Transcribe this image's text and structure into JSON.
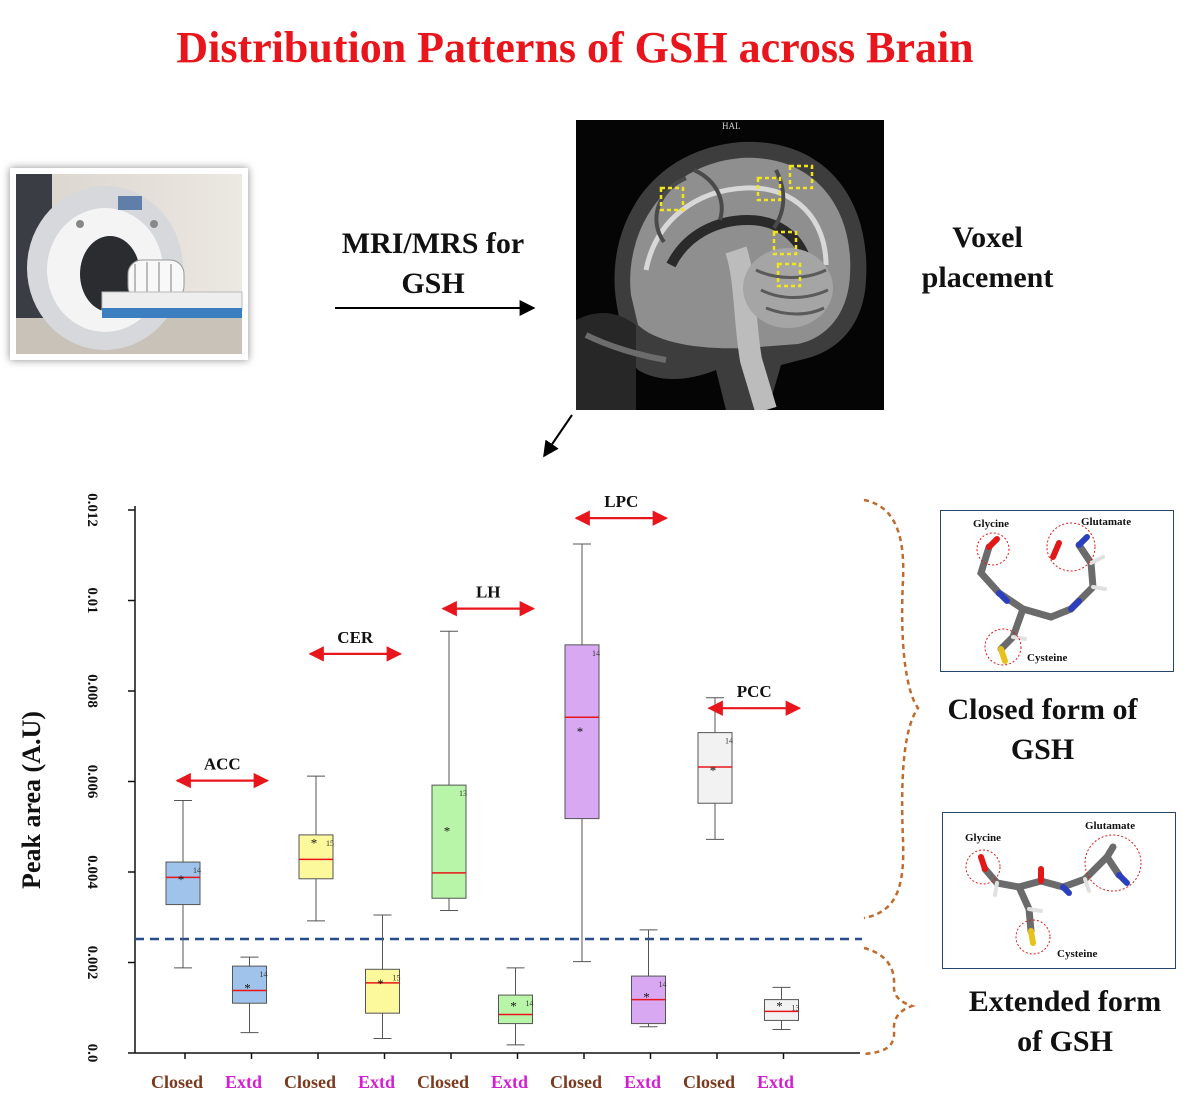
{
  "title": "Distribution Patterns of GSH across Brain",
  "labels": {
    "mri_line1": "MRI/MRS for",
    "mri_line2": "GSH",
    "voxel_line1": "Voxel",
    "voxel_line2": "placement",
    "closed_line1": "Closed form of",
    "closed_line2": "GSH",
    "extended_line1": "Extended form",
    "extended_line2": "of GSH",
    "brain_marker": "HAL"
  },
  "molecules": {
    "closed": {
      "glycine": "Glycine",
      "glutamate": "Glutamate",
      "cysteine": "Cysteine"
    },
    "extended": {
      "glycine": "Glycine",
      "glutamate": "Glutamate",
      "cysteine": "Cysteine"
    }
  },
  "chart_data": {
    "type": "box",
    "ylabel": "Peak area (A.U)",
    "ylim": [
      0,
      0.012
    ],
    "yticks": [
      0.0,
      0.002,
      0.004,
      0.006,
      0.008,
      0.01,
      0.012
    ],
    "ytick_labels": [
      "0.0",
      "0.002",
      "0.004",
      "0.006",
      "0.008",
      "0.01",
      "0.012"
    ],
    "threshold": 0.00252,
    "categories": [
      "Closed",
      "Extd",
      "Closed",
      "Extd",
      "Closed",
      "Extd",
      "Closed",
      "Extd",
      "Closed",
      "Extd"
    ],
    "groups": [
      {
        "label": "ACC",
        "from": 0,
        "to": 1,
        "y": 0.00602
      },
      {
        "label": "CER",
        "from": 2,
        "to": 3,
        "y": 0.00882
      },
      {
        "label": "LH",
        "from": 4,
        "to": 5,
        "y": 0.00982
      },
      {
        "label": "LPC",
        "from": 6,
        "to": 7,
        "y": 0.01182
      },
      {
        "label": "PCC",
        "from": 8,
        "to": 9,
        "y": 0.00762
      }
    ],
    "boxes": [
      {
        "category": "Closed",
        "region": "ACC",
        "min": 0.00188,
        "q1": 0.00328,
        "median": 0.00388,
        "q3": 0.00422,
        "max": 0.00558,
        "mean": 0.00385,
        "n": "14",
        "color": "#9fc3ea"
      },
      {
        "category": "Extd",
        "region": "ACC",
        "min": 0.00045,
        "q1": 0.0011,
        "median": 0.00138,
        "q3": 0.00192,
        "max": 0.00212,
        "mean": 0.00145,
        "n": "14",
        "color": "#9fc3ea"
      },
      {
        "category": "Closed",
        "region": "CER",
        "min": 0.00292,
        "q1": 0.00385,
        "median": 0.00428,
        "q3": 0.00482,
        "max": 0.00612,
        "mean": 0.00465,
        "n": "15",
        "color": "#fcf89c"
      },
      {
        "category": "Extd",
        "region": "CER",
        "min": 0.00032,
        "q1": 0.00088,
        "median": 0.00155,
        "q3": 0.00185,
        "max": 0.00305,
        "mean": 0.00155,
        "n": "15",
        "color": "#fcf89c"
      },
      {
        "category": "Closed",
        "region": "LH",
        "min": 0.00315,
        "q1": 0.00342,
        "median": 0.00398,
        "q3": 0.00592,
        "max": 0.00932,
        "mean": 0.00492,
        "n": "13",
        "color": "#b9f5a9"
      },
      {
        "category": "Extd",
        "region": "LH",
        "min": 0.00018,
        "q1": 0.00065,
        "median": 0.00085,
        "q3": 0.00128,
        "max": 0.00188,
        "mean": 0.00105,
        "n": "14",
        "color": "#b9f5a9"
      },
      {
        "category": "Closed",
        "region": "LPC",
        "min": 0.00202,
        "q1": 0.00518,
        "median": 0.00742,
        "q3": 0.00902,
        "max": 0.01125,
        "mean": 0.00712,
        "n": "14",
        "color": "#d9a8f2"
      },
      {
        "category": "Extd",
        "region": "LPC",
        "min": 0.00058,
        "q1": 0.00065,
        "median": 0.00118,
        "q3": 0.0017,
        "max": 0.00272,
        "mean": 0.00125,
        "n": "14",
        "color": "#d9a8f2"
      },
      {
        "category": "Closed",
        "region": "PCC",
        "min": 0.00472,
        "q1": 0.00552,
        "median": 0.00632,
        "q3": 0.00708,
        "max": 0.00785,
        "mean": 0.00625,
        "n": "14",
        "color": "#f2f2f2"
      },
      {
        "category": "Extd",
        "region": "PCC",
        "min": 0.00052,
        "q1": 0.00072,
        "median": 0.00092,
        "q3": 0.00118,
        "max": 0.00145,
        "mean": 0.00105,
        "n": "13",
        "color": "#f2f2f2"
      }
    ],
    "colors": {
      "closed_label": "#7b3a1e",
      "extd_label": "#d21fd2",
      "median_line": "#e8161c",
      "group_arrow": "#e8161c",
      "threshold_line": "#274c8a",
      "bracket": "#c06a2b"
    }
  }
}
